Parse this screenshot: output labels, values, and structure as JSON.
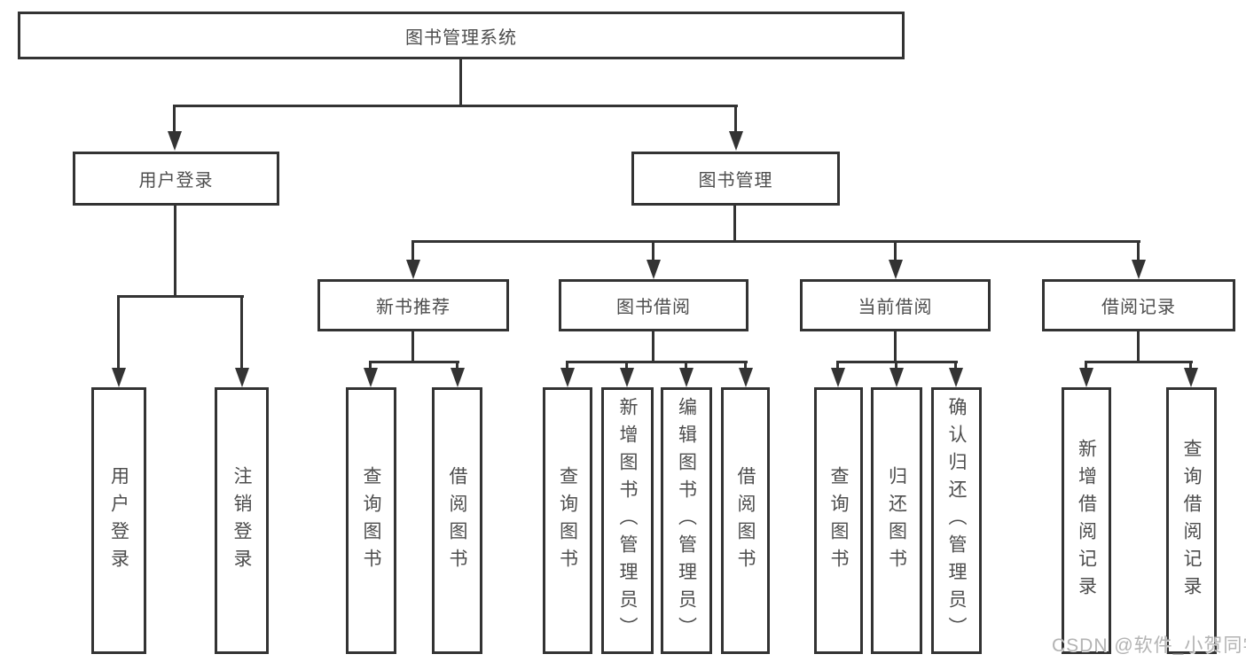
{
  "diagram_title": "图书管理系统",
  "tree": {
    "root": {
      "label": "图书管理系统"
    },
    "branches": [
      {
        "label": "用户登录",
        "children": [
          {
            "label": "用户登录"
          },
          {
            "label": "注销登录"
          }
        ]
      },
      {
        "label": "图书管理",
        "children": [
          {
            "label": "新书推荐",
            "children": [
              {
                "label": "查询图书"
              },
              {
                "label": "借阅图书"
              }
            ]
          },
          {
            "label": "图书借阅",
            "children": [
              {
                "label": "查询图书"
              },
              {
                "label": "新增图书（管理员）"
              },
              {
                "label": "编辑图书（管理员）"
              },
              {
                "label": "借阅图书"
              }
            ]
          },
          {
            "label": "当前借阅",
            "children": [
              {
                "label": "查询图书"
              },
              {
                "label": "归还图书"
              },
              {
                "label": "确认归还（管理员）"
              }
            ]
          },
          {
            "label": "借阅记录",
            "children": [
              {
                "label": "新增借阅记录"
              },
              {
                "label": "查询借阅记录"
              }
            ]
          }
        ]
      }
    ]
  },
  "colors": {
    "line": "#333333",
    "text": "#4d4d4d",
    "watermark": "#b3b3b3",
    "background": "#ffffff"
  },
  "watermark": "CSDN @软件_小贺同学"
}
